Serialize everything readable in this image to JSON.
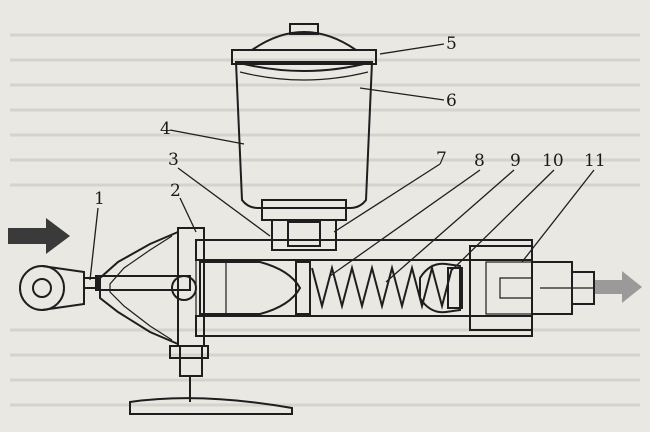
{
  "diagram": {
    "callouts": [
      {
        "id": "1",
        "text": "1"
      },
      {
        "id": "2",
        "text": "2"
      },
      {
        "id": "3",
        "text": "3"
      },
      {
        "id": "4",
        "text": "4"
      },
      {
        "id": "5",
        "text": "5"
      },
      {
        "id": "6",
        "text": "6"
      },
      {
        "id": "7",
        "text": "7"
      },
      {
        "id": "8",
        "text": "8"
      },
      {
        "id": "9",
        "text": "9"
      },
      {
        "id": "10",
        "text": "10"
      },
      {
        "id": "11",
        "text": "11"
      }
    ],
    "colors": {
      "paper": "#e9e8e3",
      "ink": "#1e1e1e",
      "hatch": "#5a5a5a",
      "fluid": "#8f8f8f",
      "arrow_in": "#3a3a3a",
      "arrow_out": "#9a9a9a"
    }
  }
}
